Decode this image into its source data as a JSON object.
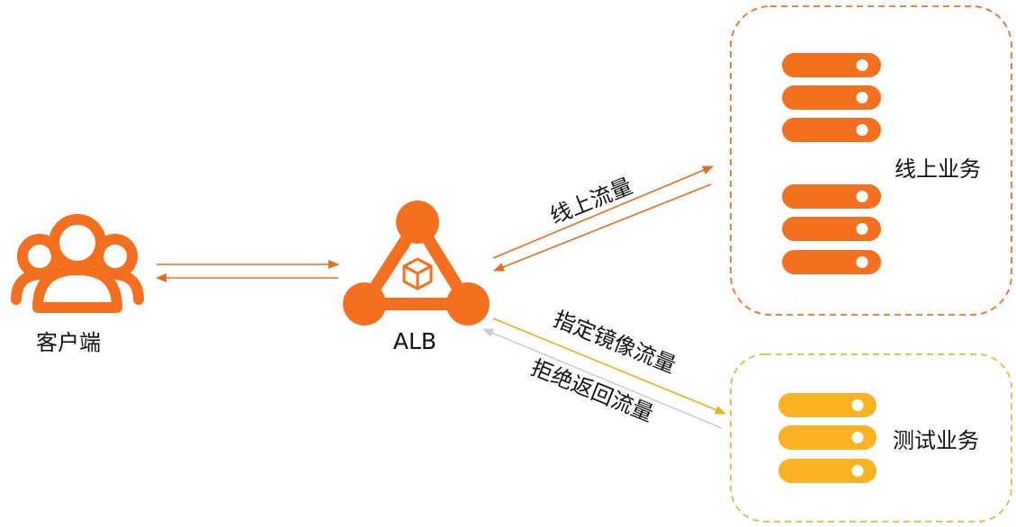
{
  "colors": {
    "orange": "#F46F1E",
    "yellow": "#FBB321",
    "arrow_orange": "#E07020",
    "arrow_yellow": "#E3B21C",
    "arrow_gray": "#CCCCCC",
    "text": "#111111"
  },
  "nodes": {
    "client": {
      "label": "客户端",
      "icon": "users-icon"
    },
    "alb": {
      "label": "ALB",
      "icon": "load-balancer-icon"
    },
    "online": {
      "label": "线上业务",
      "icon": "server-stack-icon"
    },
    "test": {
      "label": "测试业务",
      "icon": "server-stack-icon"
    }
  },
  "edges": {
    "online_traffic": "线上流量",
    "mirror_traffic": "指定镜像流量",
    "reject_return": "拒绝返回流量"
  }
}
